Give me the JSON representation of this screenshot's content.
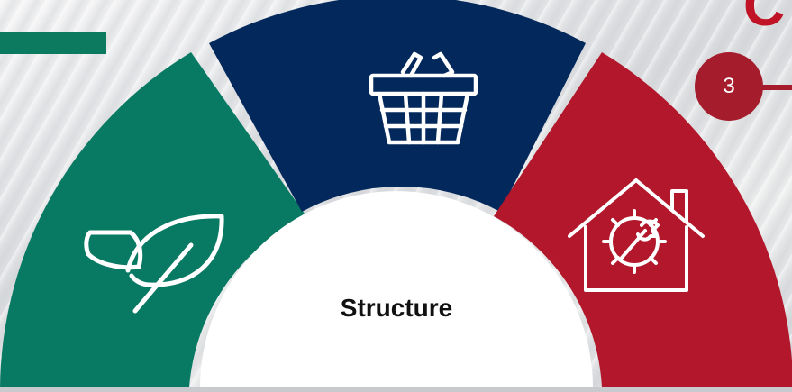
{
  "center": {
    "label": "Structure"
  },
  "badge": {
    "number": "3"
  },
  "corner": {
    "letter": "C"
  },
  "segments": [
    {
      "id": "sustainability",
      "color": "#087a63",
      "icon": "leaf-icon"
    },
    {
      "id": "retail",
      "color": "#03285b",
      "icon": "shopping-basket-icon"
    },
    {
      "id": "home-services",
      "color": "#b3172b",
      "icon": "house-gear-wrench-icon"
    }
  ],
  "colors": {
    "accent_green": "#0b7a5f",
    "accent_red": "#a51d2d",
    "text_dark": "#111111"
  }
}
